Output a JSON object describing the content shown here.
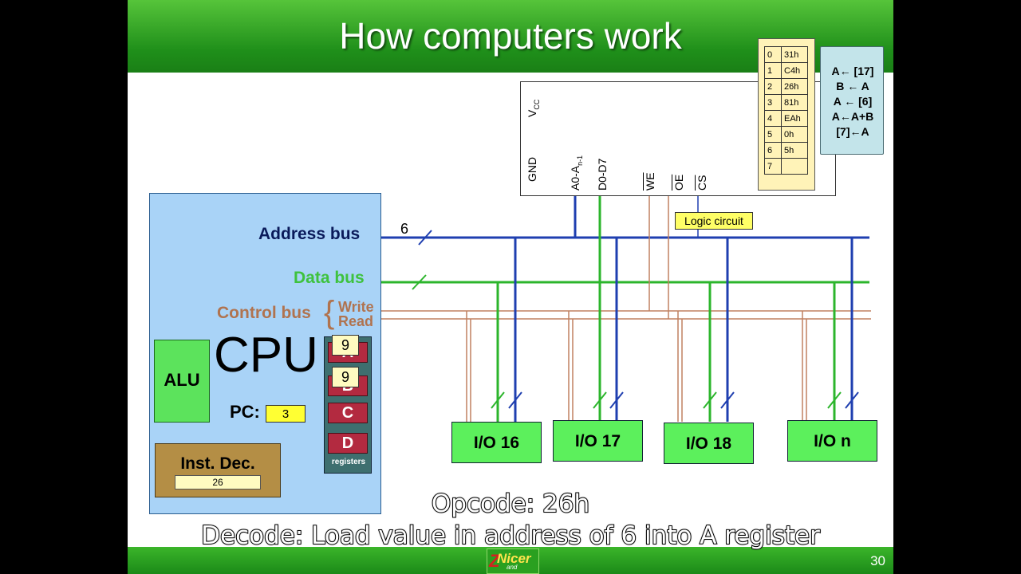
{
  "slide": {
    "title": "How computers work",
    "page_number": "30",
    "logo_text": "Nicer",
    "logo_sub": "and"
  },
  "cpu": {
    "label": "CPU",
    "alu_label": "ALU",
    "pc_label": "PC:",
    "pc_value": "3",
    "decoder_label": "Inst. Dec.",
    "decoder_value": "26",
    "registers_label": "registers",
    "registers": [
      {
        "name": "A",
        "value": "9"
      },
      {
        "name": "B",
        "value": "9"
      },
      {
        "name": "C",
        "value": ""
      },
      {
        "name": "D",
        "value": ""
      }
    ]
  },
  "buses": {
    "address_label": "Address bus",
    "address_width": "6",
    "data_label": "Data bus",
    "control_label": "Control bus",
    "control_lines": [
      "Write",
      "Read"
    ]
  },
  "memory_chip": {
    "vcc": "VCC",
    "pins": [
      "GND",
      "A0-An-1",
      "D0-D7",
      "WE",
      "OE",
      "CS"
    ],
    "logic_circuit_label": "Logic circuit"
  },
  "memory_table": [
    {
      "addr": "0",
      "value": "31h"
    },
    {
      "addr": "1",
      "value": "C4h"
    },
    {
      "addr": "2",
      "value": "26h"
    },
    {
      "addr": "3",
      "value": "81h"
    },
    {
      "addr": "4",
      "value": "EAh"
    },
    {
      "addr": "5",
      "value": "0h"
    },
    {
      "addr": "6",
      "value": "5h"
    },
    {
      "addr": "7",
      "value": ""
    }
  ],
  "program": [
    "A← [17]",
    "B ← A",
    "A ← [6]",
    "A←A+B",
    "[7]←A"
  ],
  "io_devices": [
    "I/O 16",
    "I/O 17",
    "I/O 18",
    "I/O n"
  ],
  "captions": {
    "line1": "Opcode: 26h",
    "line2": "Decode: Load value in address of 6 into A register"
  },
  "colors": {
    "address_bus": "#1f3fb0",
    "data_bus": "#2cb52c",
    "control_bus": "#c08060",
    "header_green": "#1f8f1a"
  }
}
